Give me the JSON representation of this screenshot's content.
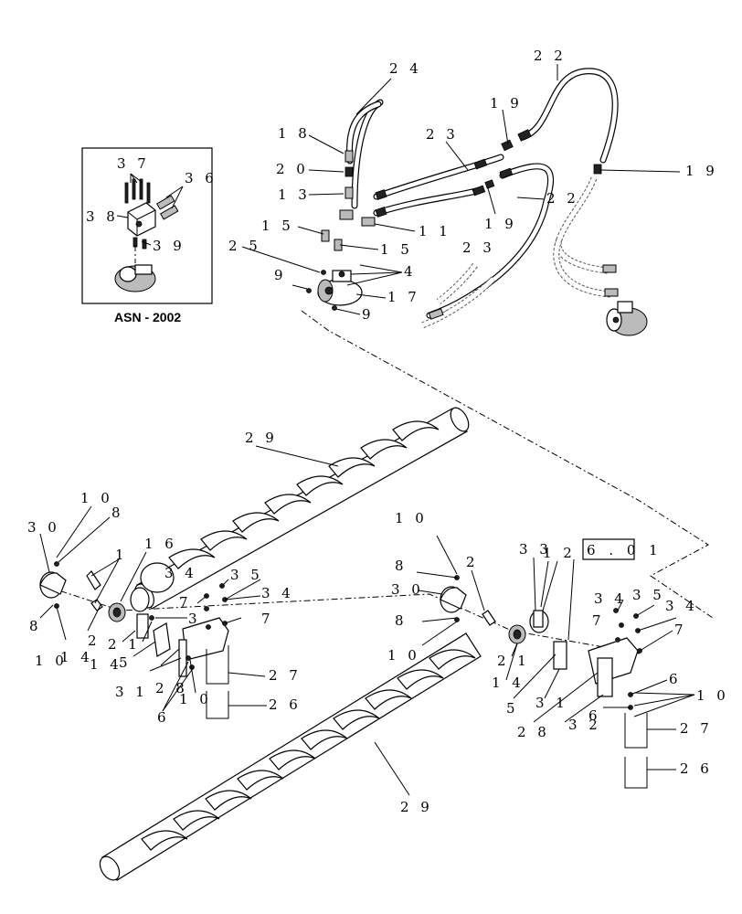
{
  "inset": {
    "label": "ASN - 2002"
  },
  "reference_box": "6 . 0 1",
  "callouts": {
    "c24": "2 4",
    "c22a": "2 2",
    "c19a": "1 9",
    "c23a": "2 3",
    "c18": "1 8",
    "c19b": "1 9",
    "c20": "2 0",
    "c13": "1 3",
    "c22b": "2 2",
    "c15a": "1 5",
    "c11": "1 1",
    "c19c": "1 9",
    "c25": "2 5",
    "c15b": "1 5",
    "c23b": "2 3",
    "c4": "4",
    "c9a": "9",
    "c17": "1 7",
    "c9b": "9",
    "c37": "3 7",
    "c36": "3 6",
    "c38": "3 8",
    "c39": "3 9",
    "c29a": "2 9",
    "c29b": "2 9",
    "L10a": "1 0",
    "L8a": "8",
    "L30": "3 0",
    "L1": "1",
    "L16": "1 6",
    "L35": "3 5",
    "L34a": "3 4",
    "L34b": "3 4",
    "L3": "3",
    "L7a": "7",
    "L7b": "7",
    "L8b": "8",
    "L10b": "1 0",
    "L14a": "1 4",
    "L2": "2",
    "L21": "2 1",
    "L14b": "1 4",
    "L5": "5",
    "L31": "3 1",
    "L28": "2 8",
    "L10c": "1 0",
    "L6": "6",
    "L27": "2 7",
    "L26": "2 6",
    "R10a": "1 0",
    "R8a": "8",
    "R30": "3 0",
    "R8b": "8",
    "R10b": "1 0",
    "R2": "2",
    "R33": "3 3",
    "R12": "1 2",
    "R34a": "3 4",
    "R35": "3 5",
    "R34b": "3 4",
    "R7a": "7",
    "R7b": "7",
    "R21": "2 1",
    "R14": "1 4",
    "R5": "5",
    "R31": "3 1",
    "R6a": "6",
    "R10c": "1 0",
    "R28": "2 8",
    "R32": "3 2",
    "R6b": "6",
    "R27": "2 7",
    "R26": "2 6"
  }
}
